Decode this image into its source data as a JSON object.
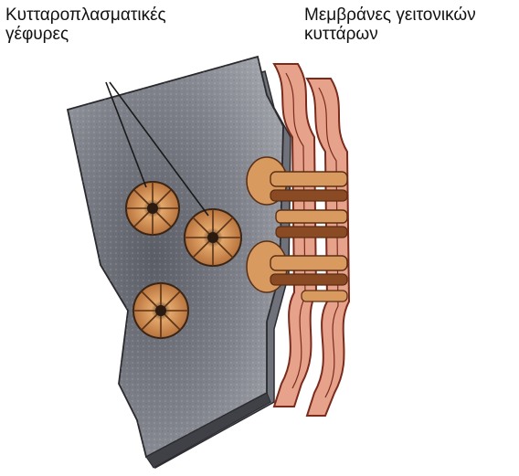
{
  "labels": {
    "plasmodesmata": {
      "line1": "Κυτταροπλασματικές",
      "line2": "γέφυρες"
    },
    "membranes": {
      "line1": "Μεμβράνες γειτονικών",
      "line2": "κυττάρων"
    }
  },
  "colors": {
    "wall": "#7d8088",
    "wall_dark": "#4b4d54",
    "membrane_pink": "#e7a28c",
    "membrane_line": "#7a2b1c",
    "bridge_tan": "#d89a5f",
    "bridge_brown": "#8a4a24"
  }
}
